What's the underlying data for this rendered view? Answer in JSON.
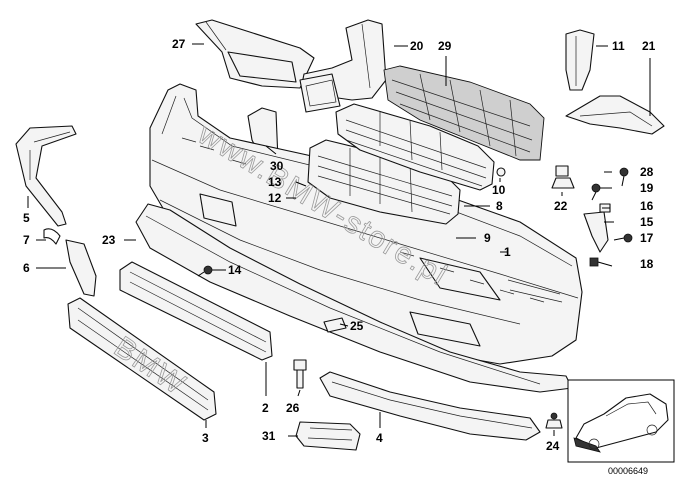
{
  "diagram": {
    "labels": [
      {
        "id": "27",
        "text": "27"
      },
      {
        "id": "20",
        "text": "20"
      },
      {
        "id": "29",
        "text": "29"
      },
      {
        "id": "11",
        "text": "11"
      },
      {
        "id": "21",
        "text": "21"
      },
      {
        "id": "5",
        "text": "5"
      },
      {
        "id": "7",
        "text": "7"
      },
      {
        "id": "6",
        "text": "6"
      },
      {
        "id": "30",
        "text": "30"
      },
      {
        "id": "13",
        "text": "13"
      },
      {
        "id": "12",
        "text": "12"
      },
      {
        "id": "10",
        "text": "10"
      },
      {
        "id": "8",
        "text": "8"
      },
      {
        "id": "28",
        "text": "28"
      },
      {
        "id": "19",
        "text": "19"
      },
      {
        "id": "22",
        "text": "22"
      },
      {
        "id": "16",
        "text": "16"
      },
      {
        "id": "15",
        "text": "15"
      },
      {
        "id": "17",
        "text": "17"
      },
      {
        "id": "18",
        "text": "18"
      },
      {
        "id": "23",
        "text": "23"
      },
      {
        "id": "14",
        "text": "14"
      },
      {
        "id": "9",
        "text": "9"
      },
      {
        "id": "1",
        "text": "1"
      },
      {
        "id": "25",
        "text": "25"
      },
      {
        "id": "2",
        "text": "2"
      },
      {
        "id": "26",
        "text": "26"
      },
      {
        "id": "3",
        "text": "3"
      },
      {
        "id": "31",
        "text": "31"
      },
      {
        "id": "4",
        "text": "4"
      },
      {
        "id": "24",
        "text": "24"
      }
    ],
    "watermark": "www.BMW-store.pl",
    "reinforcement_emblem": "BMW",
    "drawing_code": "00006649"
  }
}
